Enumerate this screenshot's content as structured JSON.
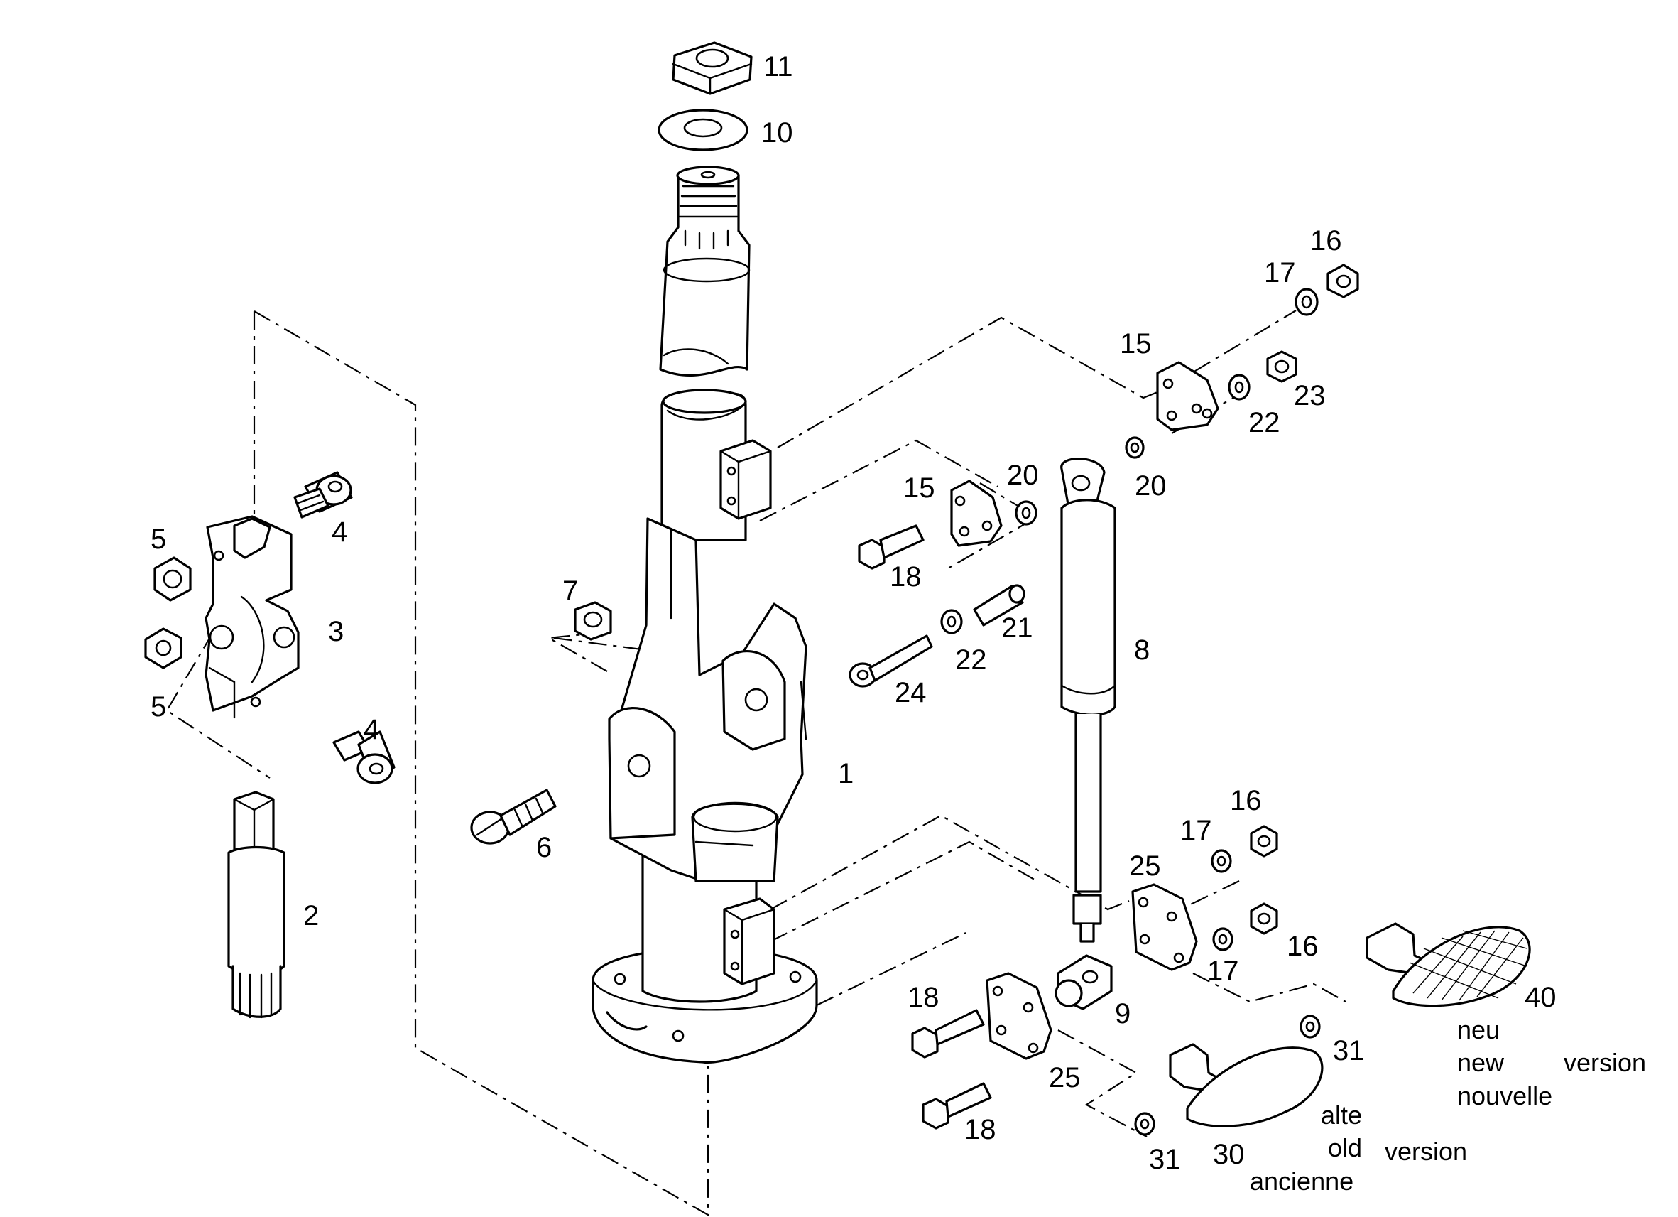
{
  "callouts": {
    "p1": "1",
    "p2": "2",
    "p3": "3",
    "p4a": "4",
    "p4b": "4",
    "p5a": "5",
    "p5b": "5",
    "p6": "6",
    "p7": "7",
    "p8": "8",
    "p9": "9",
    "p10": "10",
    "p11": "11",
    "p15a": "15",
    "p15b": "15",
    "p16a": "16",
    "p16b": "16",
    "p16c": "16",
    "p17a": "17",
    "p17b": "17",
    "p17c": "17",
    "p18a": "18",
    "p18b": "18",
    "p18c": "18",
    "p20a": "20",
    "p20b": "20",
    "p21": "21",
    "p22a": "22",
    "p22b": "22",
    "p23": "23",
    "p24": "24",
    "p25a": "25",
    "p25b": "25",
    "p30": "30",
    "p31a": "31",
    "p31b": "31",
    "p40": "40"
  },
  "notes": {
    "new": {
      "de": "neu",
      "en": "new",
      "fr": "nouvelle",
      "version": "version"
    },
    "old": {
      "de": "alte",
      "en": "old",
      "fr": "ancienne",
      "version": "version"
    }
  }
}
